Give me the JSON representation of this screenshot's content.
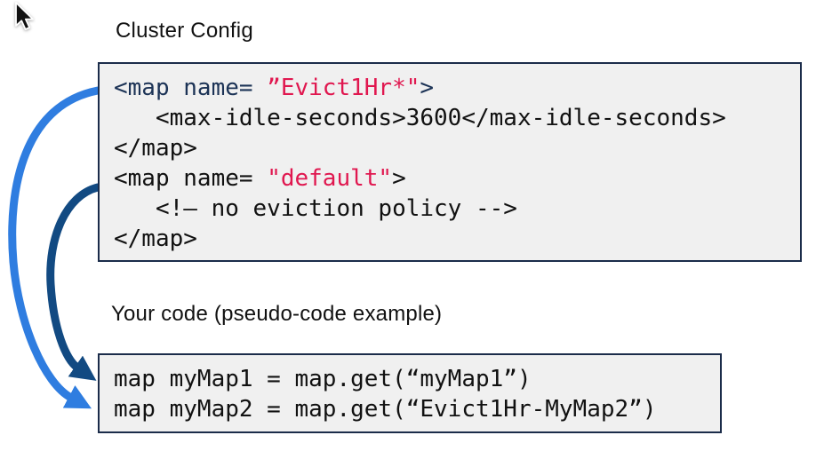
{
  "cluster_config": {
    "title": "Cluster Config",
    "lines": {
      "l1_tag": "<map name= ",
      "l1_value": "”Evict1Hr*\"",
      "l1_close": ">",
      "l2": "   <max-idle-seconds>3600</max-idle-seconds>",
      "l3": "</map>",
      "l4_tag": "<map name= ",
      "l4_value": "\"default\"",
      "l4_close": ">",
      "l5": "   <!– no eviction policy -->",
      "l6": "</map>"
    }
  },
  "your_code": {
    "label": "Your code (pseudo-code example)",
    "lines": [
      "map myMap1 = map.get(“myMap1”)",
      "map myMap2 = map.get(“Evict1Hr-MyMap2”)"
    ]
  },
  "colors": {
    "value_red": "#e0174f",
    "tag_navy": "#1c3356",
    "box_border": "#1b2c4a",
    "box_background": "#f0f0f0",
    "arrow_light_blue": "#2f7de0",
    "arrow_dark_navy": "#124a82"
  }
}
